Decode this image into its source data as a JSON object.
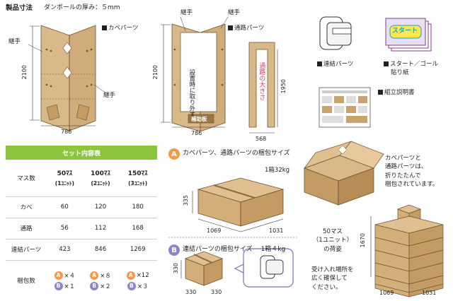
{
  "header": {
    "title": "製品寸法",
    "subtitle": "ダンボールの厚み：５mm"
  },
  "cover_part": {
    "label": "カベパーツ",
    "joint_left": "継手",
    "joint_right": "継手",
    "height": "2100",
    "width": "786"
  },
  "passage_part": {
    "label": "通路パーツ",
    "joint_left": "継手",
    "joint_right": "継手",
    "height": "2100",
    "width": "786",
    "note": "設置時に取り外す",
    "board": "補助板",
    "side_height": "1950",
    "side_width": "568",
    "side_text": "通路の大きさ"
  },
  "accessories": {
    "connector_label": "連結パーツ",
    "start_sign": "スタート",
    "start_label_1": "スタート／ゴール",
    "start_label_2": "貼り紙",
    "manual_label": "組立説明書"
  },
  "table": {
    "caption": "セット内容表",
    "row_header": "マス数",
    "columns": [
      {
        "n": "50ﾏｽ",
        "u": "(1ﾕﾆｯﾄ)"
      },
      {
        "n": "100ﾏｽ",
        "u": "(2ﾕﾆｯﾄ)"
      },
      {
        "n": "150ﾏｽ",
        "u": "(3ﾕﾆｯﾄ)"
      }
    ],
    "rows": [
      {
        "label": "カベ",
        "values": [
          "60",
          "120",
          "180"
        ]
      },
      {
        "label": "通路",
        "values": [
          "56",
          "112",
          "168"
        ]
      },
      {
        "label": "連結パーツ",
        "values": [
          "423",
          "846",
          "1269"
        ]
      }
    ],
    "packages": {
      "label": "梱包数",
      "a_mark": "A",
      "b_mark": "B",
      "a_counts": [
        "×４",
        "×８",
        "×12"
      ],
      "b_counts": [
        "×１",
        "×２",
        "×３"
      ]
    }
  },
  "package_a": {
    "mark": "A",
    "title": "カベパーツ、通路パーツの梱包サイズ",
    "weight": "1箱32kg",
    "height": "335",
    "length": "1069",
    "depth": "1031"
  },
  "package_b": {
    "mark": "B",
    "title": "連結パーツの梱包サイズ",
    "weight": "1箱４kg",
    "height": "330",
    "length": "330",
    "depth": "330"
  },
  "right_notes": {
    "fold_text": [
      "カベパーツと",
      "通路パーツは、",
      "折りたたんで",
      "梱包されています。"
    ],
    "stack_text": [
      "50マス",
      "（1ユニット）",
      "の荷姿"
    ],
    "space_text": [
      "受け入れ場所を",
      "広く確保して",
      "ください。"
    ],
    "stack_height": "1670",
    "stack_length": "1069",
    "stack_depth": "1031"
  }
}
